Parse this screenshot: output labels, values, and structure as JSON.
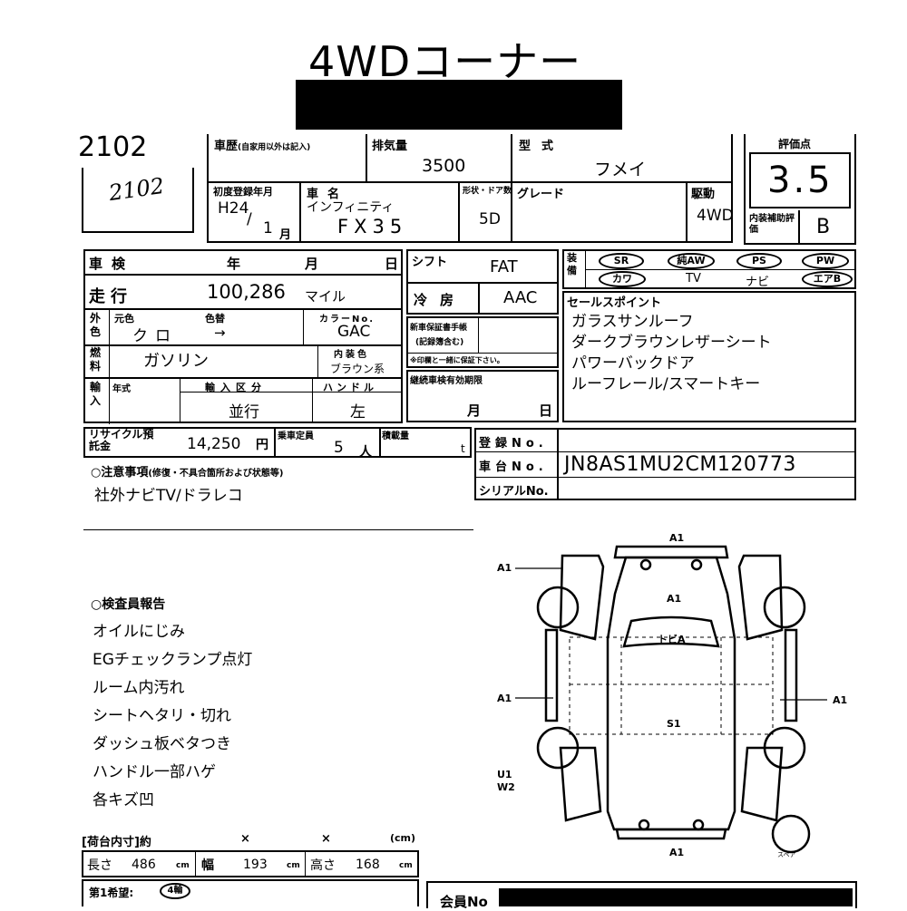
{
  "title": "4WDコーナー",
  "lot_number": "2102",
  "lot_handwritten": "2102",
  "header": {
    "shareki_label": "車歴",
    "shareki_note": "(自家用以外は記入)",
    "displacement_label": "排気量",
    "displacement": "3500",
    "model_label": "型式",
    "model": "フメイ",
    "first_reg_label": "初度登録年月",
    "first_reg_era": "H24",
    "first_reg_slash": "/",
    "first_reg_month": "1",
    "first_reg_month_unit": "月",
    "name_label": "車名",
    "brand": "インフィニティ",
    "model_name": "FX35",
    "doors_label": "形状・ドア数",
    "doors": "5D",
    "grade_label": "グレード",
    "drive_label": "駆動",
    "drive": "4WD",
    "score_label": "評価点",
    "score": "3.5",
    "interior_label": "内装補助評価",
    "interior_grade": "B"
  },
  "inspection": {
    "label": "車検",
    "year": "年",
    "month": "月",
    "day": "日"
  },
  "mileage": {
    "label": "走行",
    "value": "100,286",
    "unit": "マイル"
  },
  "exterior": {
    "section": "外色",
    "orig_color_label": "元色",
    "color_change_label": "色替",
    "orig_color": "クロ",
    "arrow": "→",
    "color_no_label": "カラーNo.",
    "color_no": "GAC"
  },
  "fuel": {
    "section": "燃料",
    "value": "ガソリン",
    "interior_color_label": "内装色",
    "interior_color": "ブラウン系"
  },
  "import_row": {
    "section": "輸入",
    "year_label": "年式",
    "import_type_label": "輸入区分",
    "import_type": "並行",
    "handle_label": "ハンドル",
    "handle": "左"
  },
  "recycle": {
    "label": "リサイクル預託金",
    "value": "14,250",
    "unit": "円",
    "capacity_label": "乗車定員",
    "capacity": "5",
    "capacity_unit": "人",
    "load_label": "積載量",
    "load_unit": "t"
  },
  "shift": {
    "label": "シフト",
    "value": "FAT"
  },
  "ac": {
    "label": "冷房",
    "value": "AAC"
  },
  "new_warranty": {
    "label": "新車保証書手帳",
    "sub": "(記録簿含む)",
    "note": "※印欄と一緒に保証下さい。"
  },
  "regi_expiry": {
    "label": "継続車検有効期限",
    "month": "月",
    "day": "日"
  },
  "equipment": {
    "label": "装備",
    "items": [
      "SR",
      "純AW",
      "PS",
      "PW",
      "カワ",
      "TV",
      "ナビ",
      "エアB"
    ]
  },
  "sales_points": {
    "label": "セールスポイント",
    "items": [
      "ガラスサンルーフ",
      "ダークブラウンレザーシート",
      "パワーバックドア",
      "ルーフレール/スマートキー"
    ]
  },
  "registration": {
    "reg_no_label": "登録No.",
    "chassis_label": "車台No.",
    "chassis": "JN8AS1MU2CM120773",
    "serial_label": "シリアルNo."
  },
  "caution": {
    "label": "○注意事項",
    "sub": "(修復・不具合箇所および状態等)",
    "text": "社外ナビTV/ドラレコ"
  },
  "inspector_report": {
    "label": "○検査員報告",
    "items": [
      "オイルにじみ",
      "EGチェックランプ点灯",
      "ルーム内汚れ",
      "シートヘタリ・切れ",
      "ダッシュ板ベタつき",
      "ハンドル一部ハゲ",
      "各キズ凹"
    ]
  },
  "dimensions": {
    "cargo_label": "[荷台内寸]約",
    "x1": "×",
    "x2": "×",
    "cm": "(cm)",
    "length_label": "長さ",
    "length": "486",
    "width_label": "幅",
    "width": "193",
    "height_label": "高さ",
    "height": "168",
    "unit": "cm"
  },
  "first_choice": {
    "label": "第1希望:",
    "value": "4輪"
  },
  "member_label": "会員No",
  "diagram": {
    "marks": {
      "front": "A1",
      "left_front": "A1",
      "hood": "A1",
      "windshield": "トビA",
      "left_side": "A1",
      "right_side": "A1",
      "roof": "S1",
      "rear_left_1": "U1",
      "rear_left_2": "W2",
      "rear": "A1"
    },
    "spare_label": "スペア"
  }
}
